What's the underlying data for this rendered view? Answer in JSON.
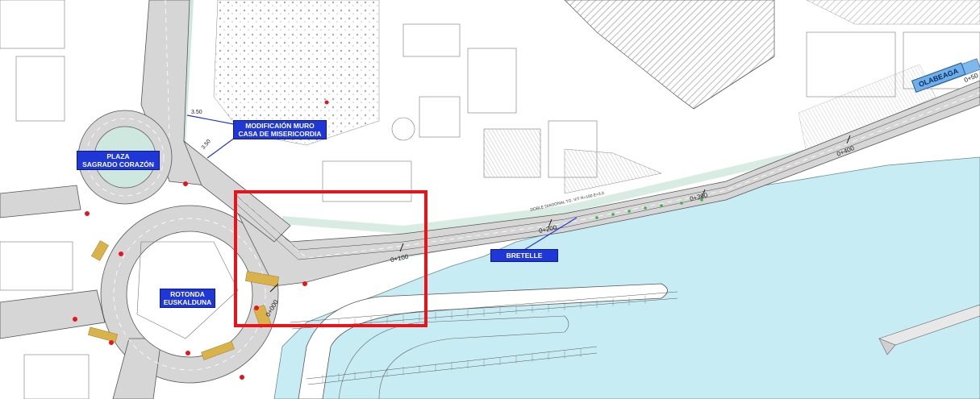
{
  "labels": {
    "plaza": [
      "PLAZA",
      "SAGRADO CORAZÓN"
    ],
    "muro": [
      "MODIFICAIÓN MURO",
      "CASA DE MISERICORDIA"
    ],
    "rotonda": [
      "ROTONDA",
      "EUSKALDUNA"
    ],
    "bretelle": "BRETELLE",
    "olabeaga": "OLABEAGA"
  },
  "chainages": {
    "pk_000": "0+000",
    "pk_100": "0+100",
    "pk_200": "0+200",
    "pk_300": "0+300",
    "pk_400": "0+400",
    "pk_500": "0+50"
  },
  "dimensions": {
    "d1": "3.50",
    "d2": "3.50"
  },
  "road_note": "DOBLE DIAGONAL TG. V/T R=100 E=3.0",
  "colors": {
    "label_fill": "#1f37d6",
    "label_text": "#ffffff",
    "highlight": "#e8131b",
    "water": "#c8ecf4",
    "green_verge": "#cfe8df",
    "crossing": "#d9b24a",
    "marker": "#e8131b",
    "olabeaga_fill": "#6fb1e6"
  },
  "highlight_box": "red rectangle around the new road junction"
}
